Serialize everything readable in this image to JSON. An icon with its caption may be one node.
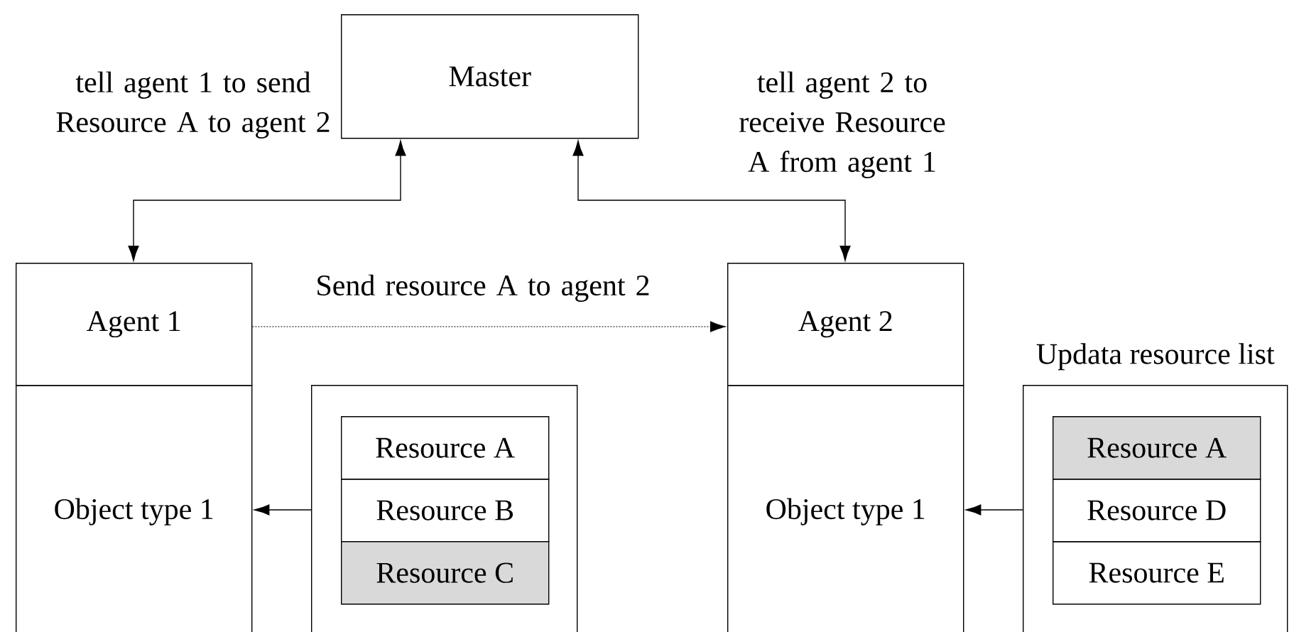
{
  "diagram": {
    "nodes": [
      {
        "text": [
          "Master"
        ]
      },
      {
        "text": [
          "Agent 1"
        ]
      },
      {
        "text": [
          "Object type 1"
        ]
      },
      {
        "text": [],
        "shape": "box"
      },
      {
        "text": [
          "Resource A"
        ],
        "in": 3
      },
      {
        "text": [
          "Resource B"
        ],
        "in": 3
      },
      {
        "text": [
          "Resource C"
        ],
        "in": 3
      },
      {
        "text": [
          "Agent 2"
        ]
      },
      {
        "text": [
          "Object type 1"
        ]
      },
      {
        "text": [],
        "shape": "box",
        "beside": [
          "Updata resource list"
        ]
      },
      {
        "text": [
          "Resource A"
        ],
        "in": 9
      },
      {
        "text": [
          "Resource D"
        ],
        "in": 9
      },
      {
        "text": [
          "Resource E"
        ],
        "in": 9
      }
    ],
    "edges": [
      {
        "from": 1,
        "to": 0,
        "arrow": "both",
        "label": "tell agent 1 to send Resource A to agent 2"
      },
      {
        "from": 7,
        "to": 0,
        "arrow": "both",
        "label": "tell agent 2 to receive Resource A from agent 1"
      },
      {
        "from": 1,
        "to": 7,
        "arrow": "to",
        "style": "dashed",
        "label": "Send resource A to agent 2"
      },
      {
        "from": 3,
        "to": 2,
        "arrow": "to"
      },
      {
        "from": 9,
        "to": 8,
        "arrow": "to"
      }
    ]
  }
}
